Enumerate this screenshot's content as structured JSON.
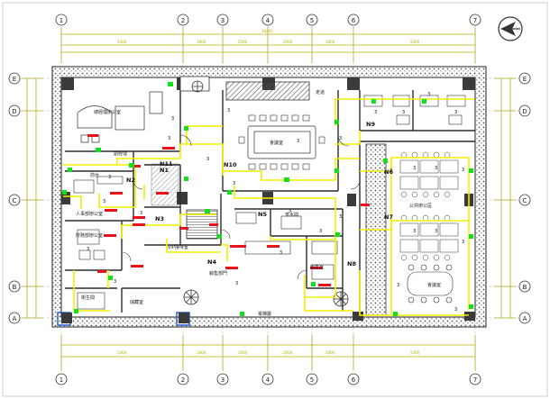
{
  "grid": {
    "columns": [
      "1",
      "2",
      "3",
      "4",
      "5",
      "6",
      "7"
    ],
    "rows": [
      "E",
      "D",
      "C",
      "B",
      "A"
    ]
  },
  "rooms": {
    "manager_office": "總經理辦公室",
    "deputy_manager": "副經理",
    "boardroom": "會議室",
    "hr_office": "人事部辦公室",
    "finance_office": "財務部辦公室",
    "reception": "前台",
    "tea_room": "茶水間",
    "vip_room": "VIP接待室",
    "general_office": "公共辦公區",
    "conference_small": "會議室",
    "sales": "銷售部門",
    "storage": "儲藏室",
    "archive": "檔案室",
    "lobby": "電梯廳",
    "washroom": "衛生間",
    "corridor": "走道"
  },
  "nodes": [
    "N1",
    "N2",
    "N3",
    "N4",
    "N5",
    "N6",
    "N7",
    "N8",
    "N9",
    "N10",
    "N11"
  ],
  "colors": {
    "wiring": "#f2f200",
    "outlet": "#e8121c",
    "fixture": "#13e018",
    "walls": "#2b2b2b",
    "dims": "#b8b000",
    "hatch": "#6a6a6a"
  },
  "icons": {
    "north_arrow": "north-arrow-icon",
    "plant": "plant-icon",
    "column": "structural-column-icon"
  }
}
